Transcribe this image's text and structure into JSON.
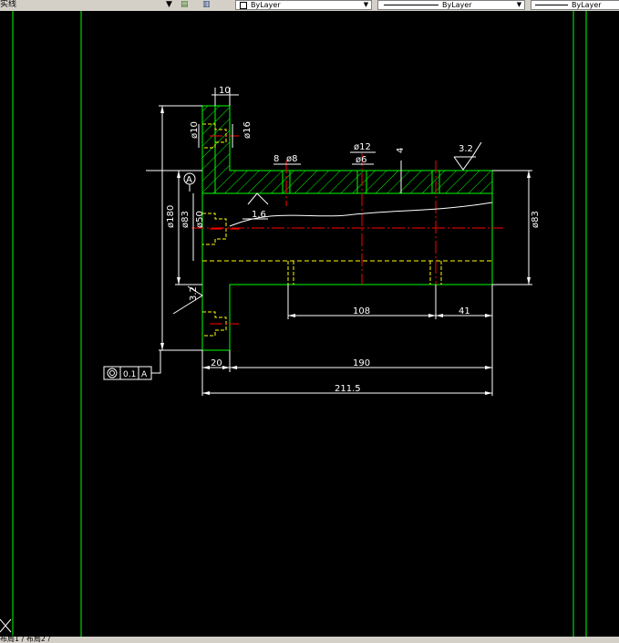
{
  "toolbar": {
    "linetype_name": "实线",
    "color_combo": "ByLayer",
    "linetype_combo": "ByLayer",
    "lineweight_combo": "ByLayer"
  },
  "drawing": {
    "dims": {
      "d10": "10",
      "dia10": "ø10",
      "dia16": "ø16",
      "d8": "8",
      "dia8": "ø8",
      "dia12": "ø12",
      "dia6": "ø6",
      "d4": "4",
      "rough_top": "3.2",
      "rough_left": "3.2",
      "rough_bore": "1.6",
      "datum": "A",
      "dia180": "ø180",
      "dia83_left": "ø83",
      "dia50": "ø50",
      "dia83_right": "ø83",
      "d108": "108",
      "d41": "41",
      "d20": "20",
      "d190": "190",
      "d211": "211.5",
      "tol_value": "0.1",
      "tol_datum": "A"
    }
  },
  "statusbar": {
    "tabs": "布局1 / 布局2 /"
  }
}
